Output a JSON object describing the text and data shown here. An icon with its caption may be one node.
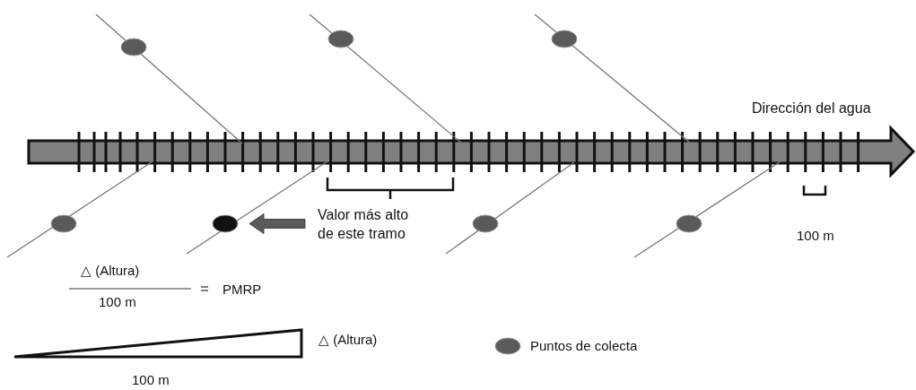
{
  "diagram": {
    "nodes": [
      {
        "text": [],
        "shape": "circle"
      },
      {
        "text": [],
        "shape": "circle"
      },
      {
        "text": [],
        "shape": "circle"
      },
      {
        "text": [],
        "shape": "circle"
      },
      {
        "text": [],
        "shape": "circle"
      },
      {
        "text": [],
        "shape": "circle"
      },
      {
        "text": [],
        "shape": "circle"
      },
      {
        "text": [
          "Valor más alto de este tramo"
        ]
      }
    ],
    "edges": [
      {
        "from": 7,
        "to": 4,
        "arrow": "to",
        "style": "thick",
        "color": "#5a5a5a"
      }
    ],
    "labels": [
      "Dirección del agua",
      "100 m",
      "△ (Altura)",
      "100 m",
      "PMRP",
      "△ (Altura)",
      "100 m"
    ],
    "legend": [
      {
        "text": "Puntos de colecta",
        "color": "#5a5a5a"
      }
    ]
  }
}
